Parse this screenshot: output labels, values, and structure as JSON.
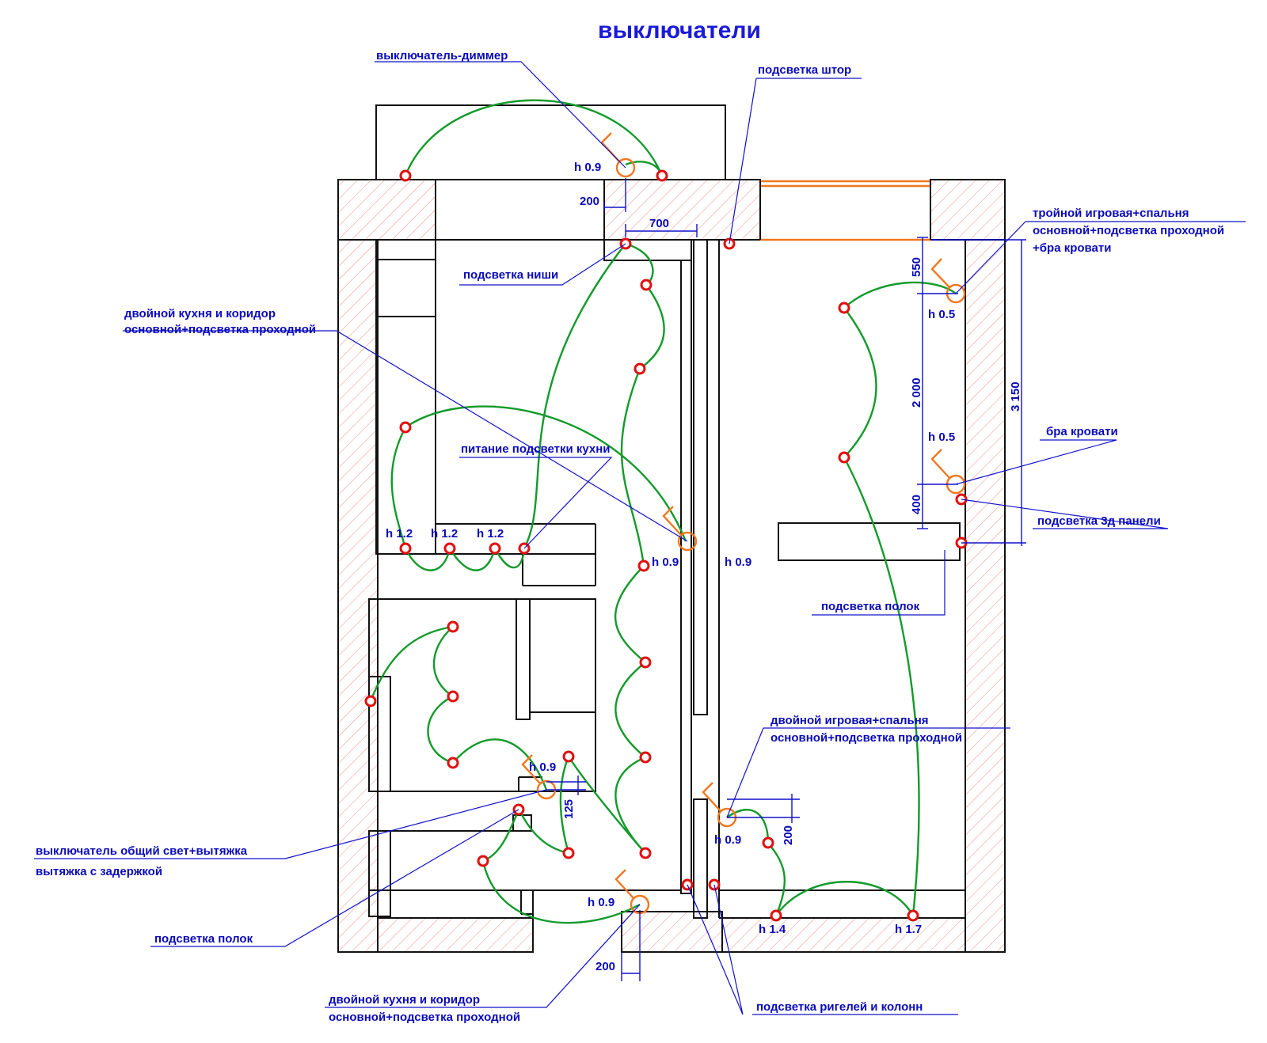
{
  "title": "выключатели",
  "labels": {
    "dimmer": "выключатель-диммер",
    "curtain": "подсветка штор",
    "niche": "подсветка ниши",
    "kitchen_double_1a": "двойной кухня и коридор",
    "kitchen_double_1b": "основной+подсветка проходной",
    "kitchen_power": "питание подсветки кухни",
    "triple_a": "тройной игровая+спальня",
    "triple_b": "основной+подсветка проходной",
    "triple_c": "+бра кровати",
    "bed_sconce": "бра кровати",
    "panel3d": "подсветка 3д панели",
    "shelves_right": "подсветка полок",
    "play_double_a": "двойной игровая+спальня",
    "play_double_b": "основной+подсветка проходной",
    "general_a": "выключатель общий свет+вытяжка",
    "general_b": "вытяжка с задержкой",
    "shelves_left": "подсветка полок",
    "kitchen_double_2a": "двойной кухня и коридор",
    "kitchen_double_2b": "основной+подсветка проходной",
    "beams": "подсветка ригелей и колонн"
  },
  "heights": {
    "dimmer": "h 0.9",
    "triple": "h 0.5",
    "sconce": "h 0.5",
    "k1": "h 1.2",
    "k2": "h 1.2",
    "k3": "h 1.2",
    "corr1": "h 0.9",
    "corr2": "h 0.9",
    "kitchen_sw": "h 0.9",
    "play_sw": "h 0.9",
    "entry_sw": "h 0.9",
    "b1": "h 1.4",
    "b2": "h 1.7"
  },
  "dimensions": {
    "d200_top": "200",
    "d700": "700",
    "d550": "550",
    "d2000": "2 000",
    "d3150": "3 150",
    "d400": "400",
    "d125": "125",
    "d200_right": "200",
    "d200_bottom": "200"
  },
  "colors": {
    "wire": "#139a2b",
    "lamp": "#e01010",
    "switch": "#f07820",
    "annotation": "#0a0ab8"
  }
}
